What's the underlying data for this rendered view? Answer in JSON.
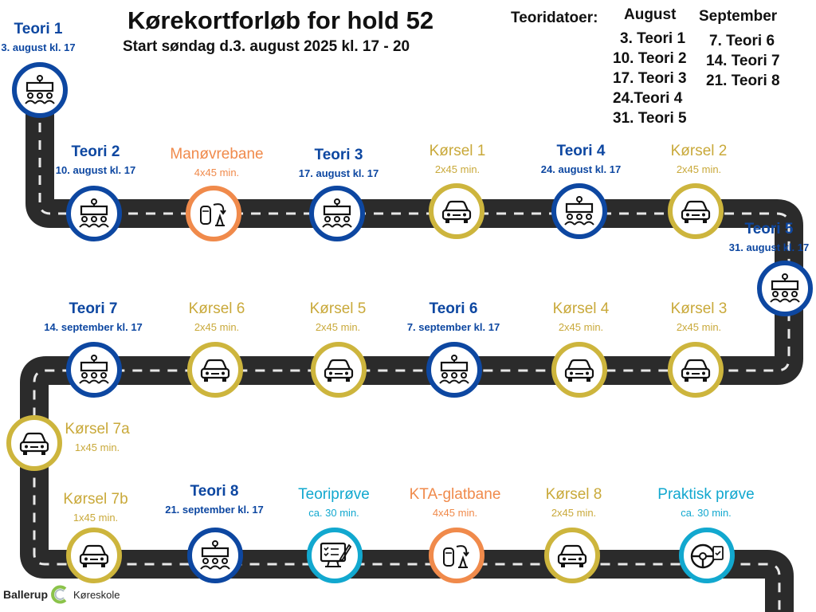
{
  "title": "Kørekortforløb for hold 52",
  "subtitle": "Start søndag d.3. august 2025 kl. 17 - 20",
  "schedule": {
    "label": "Teoridatoer:",
    "august": {
      "heading": "August",
      "items": [
        "3. Teori 1",
        "10. Teori 2",
        "17. Teori 3",
        "24.Teori 4",
        "31. Teori 5"
      ]
    },
    "september": {
      "heading": "September",
      "items": [
        "7. Teori 6",
        "14. Teori 7",
        "21. Teori 8"
      ]
    }
  },
  "steps": [
    {
      "name": "Teori 1",
      "sub": "3.  august kl. 17",
      "kind": "teori",
      "color": "blue",
      "icon": "classroom-icon"
    },
    {
      "name": "Teori 2",
      "sub": "10. august kl. 17",
      "kind": "teori",
      "color": "blue",
      "icon": "classroom-icon"
    },
    {
      "name": "Manøvrebane",
      "sub": "4x45 min.",
      "kind": "manoevre",
      "color": "orange",
      "icon": "maneuver-cone-icon"
    },
    {
      "name": "Teori 3",
      "sub": "17. august kl. 17",
      "kind": "teori",
      "color": "blue",
      "icon": "classroom-icon"
    },
    {
      "name": "Kørsel 1",
      "sub": "2x45 min.",
      "kind": "koersel",
      "color": "gold",
      "icon": "car-icon"
    },
    {
      "name": "Teori 4",
      "sub": "24. august kl. 17",
      "kind": "teori",
      "color": "blue",
      "icon": "classroom-icon"
    },
    {
      "name": "Kørsel 2",
      "sub": "2x45 min.",
      "kind": "koersel",
      "color": "gold",
      "icon": "car-icon"
    },
    {
      "name": "Teori 5",
      "sub": "31. august kl. 17",
      "kind": "teori",
      "color": "blue",
      "icon": "classroom-icon"
    },
    {
      "name": "Kørsel 3",
      "sub": "2x45 min.",
      "kind": "koersel",
      "color": "gold",
      "icon": "car-icon"
    },
    {
      "name": "Kørsel 4",
      "sub": "2x45 min.",
      "kind": "koersel",
      "color": "gold",
      "icon": "car-icon"
    },
    {
      "name": "Teori 6",
      "sub": "7. september kl. 17",
      "kind": "teori",
      "color": "blue",
      "icon": "classroom-icon"
    },
    {
      "name": "Kørsel 5",
      "sub": "2x45 min.",
      "kind": "koersel",
      "color": "gold",
      "icon": "car-icon"
    },
    {
      "name": "Kørsel 6",
      "sub": "2x45 min.",
      "kind": "koersel",
      "color": "gold",
      "icon": "car-icon"
    },
    {
      "name": "Teori 7",
      "sub": "14. september kl. 17",
      "kind": "teori",
      "color": "blue",
      "icon": "classroom-icon"
    },
    {
      "name": "Kørsel 7a",
      "sub": "1x45 min.",
      "kind": "koersel",
      "color": "gold",
      "icon": "car-icon"
    },
    {
      "name": "Kørsel 7b",
      "sub": "1x45 min.",
      "kind": "koersel",
      "color": "gold",
      "icon": "car-icon"
    },
    {
      "name": "Teori 8",
      "sub": "21. september kl. 17",
      "kind": "teori",
      "color": "blue",
      "icon": "classroom-icon"
    },
    {
      "name": "Teoriprøve",
      "sub": "ca. 30 min.",
      "kind": "teoriproeve",
      "color": "cyan",
      "icon": "test-screen-icon"
    },
    {
      "name": "KTA-glatbane",
      "sub": "4x45 min.",
      "kind": "manoevre",
      "color": "orange",
      "icon": "maneuver-cone-icon"
    },
    {
      "name": "Kørsel 8",
      "sub": "2x45 min.",
      "kind": "koersel",
      "color": "gold",
      "icon": "car-icon"
    },
    {
      "name": "Praktisk prøve",
      "sub": "ca. 30 min.",
      "kind": "praktisk",
      "color": "cyan",
      "icon": "steering-wheel-icon"
    }
  ],
  "logo": {
    "word1": "Ballerup",
    "word2": "Køreskole"
  }
}
